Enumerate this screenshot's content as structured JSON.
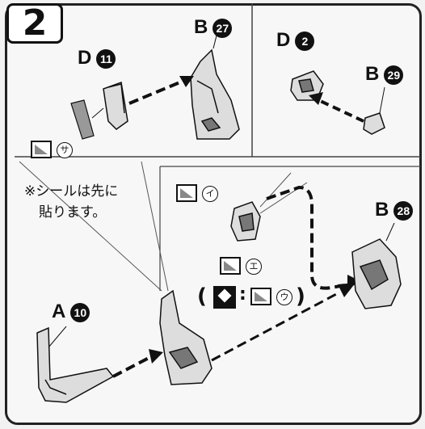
{
  "step": {
    "number": "2"
  },
  "parts": {
    "d11": {
      "letter": "D",
      "number": "11"
    },
    "b27": {
      "letter": "B",
      "number": "27"
    },
    "d2": {
      "letter": "D",
      "number": "2"
    },
    "b29": {
      "letter": "B",
      "number": "29"
    },
    "b28": {
      "letter": "B",
      "number": "28"
    },
    "a10": {
      "letter": "A",
      "number": "10"
    }
  },
  "stickers": {
    "sa": "サ",
    "i": "イ",
    "e": "エ",
    "u": "ウ"
  },
  "note": {
    "line1": "※シールは先に",
    "line2": "貼ります。"
  },
  "symbols": {
    "open_paren": "(",
    "colon": ":",
    "close_paren": ")"
  }
}
